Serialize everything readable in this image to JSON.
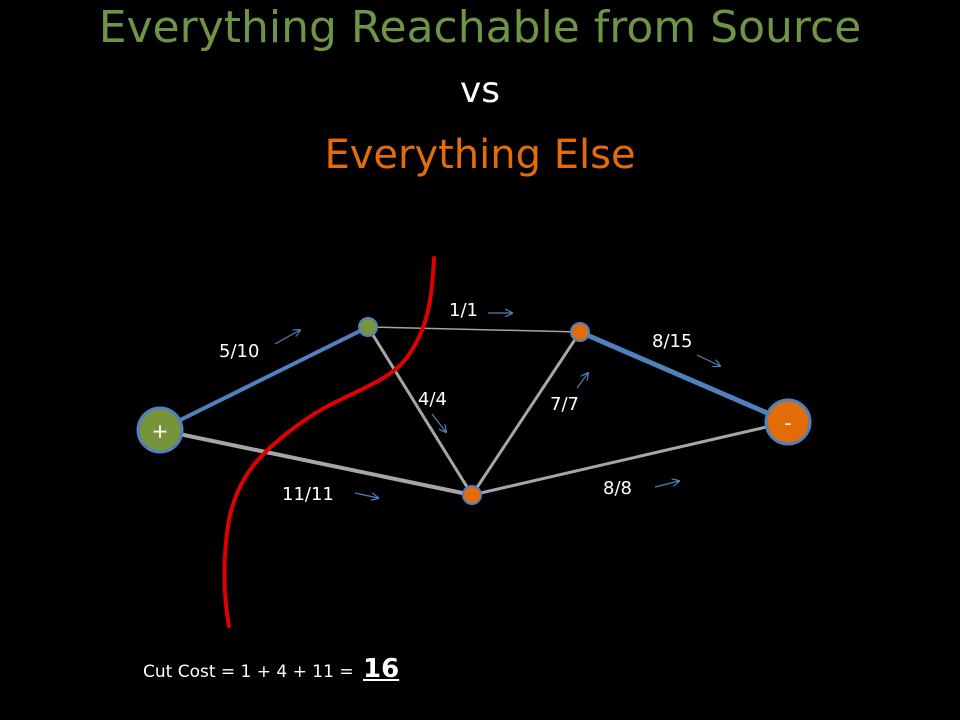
{
  "title": {
    "line1": "Everything Reachable from Source",
    "line2": "vs",
    "line3": "Everything Else"
  },
  "edges": {
    "source_a": "5/10",
    "a_c": "1/1",
    "a_b": "4/4",
    "source_b": "11/11",
    "b_c": "7/7",
    "c_sink": "8/15",
    "b_sink": "8/8"
  },
  "nodes": {
    "source": "+",
    "sink": "-"
  },
  "colors": {
    "source_side": "#77933c",
    "sink_side": "#e36c0a",
    "saturated_edge": "#a6a6a6",
    "flow_edge": "#4f81bd",
    "cut_line": "#e00000"
  },
  "cut": {
    "text": "Cut Cost = 1 + 4 + 11 =",
    "value": "16"
  }
}
